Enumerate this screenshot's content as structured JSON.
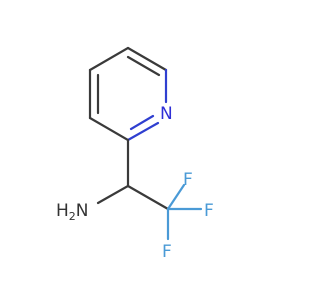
{
  "molecule": {
    "atoms": {
      "ring_nitrogen": "N",
      "amine_h": "H",
      "amine_sub": "2",
      "amine_n": "N",
      "fluorine_top": "F",
      "fluorine_right": "F",
      "fluorine_bottom": "F"
    },
    "colors": {
      "bond": "#3a3a3a",
      "nitrogen": "#2f2fd6",
      "fluorine": "#4a9ad6",
      "amine_text": "#333333"
    }
  }
}
